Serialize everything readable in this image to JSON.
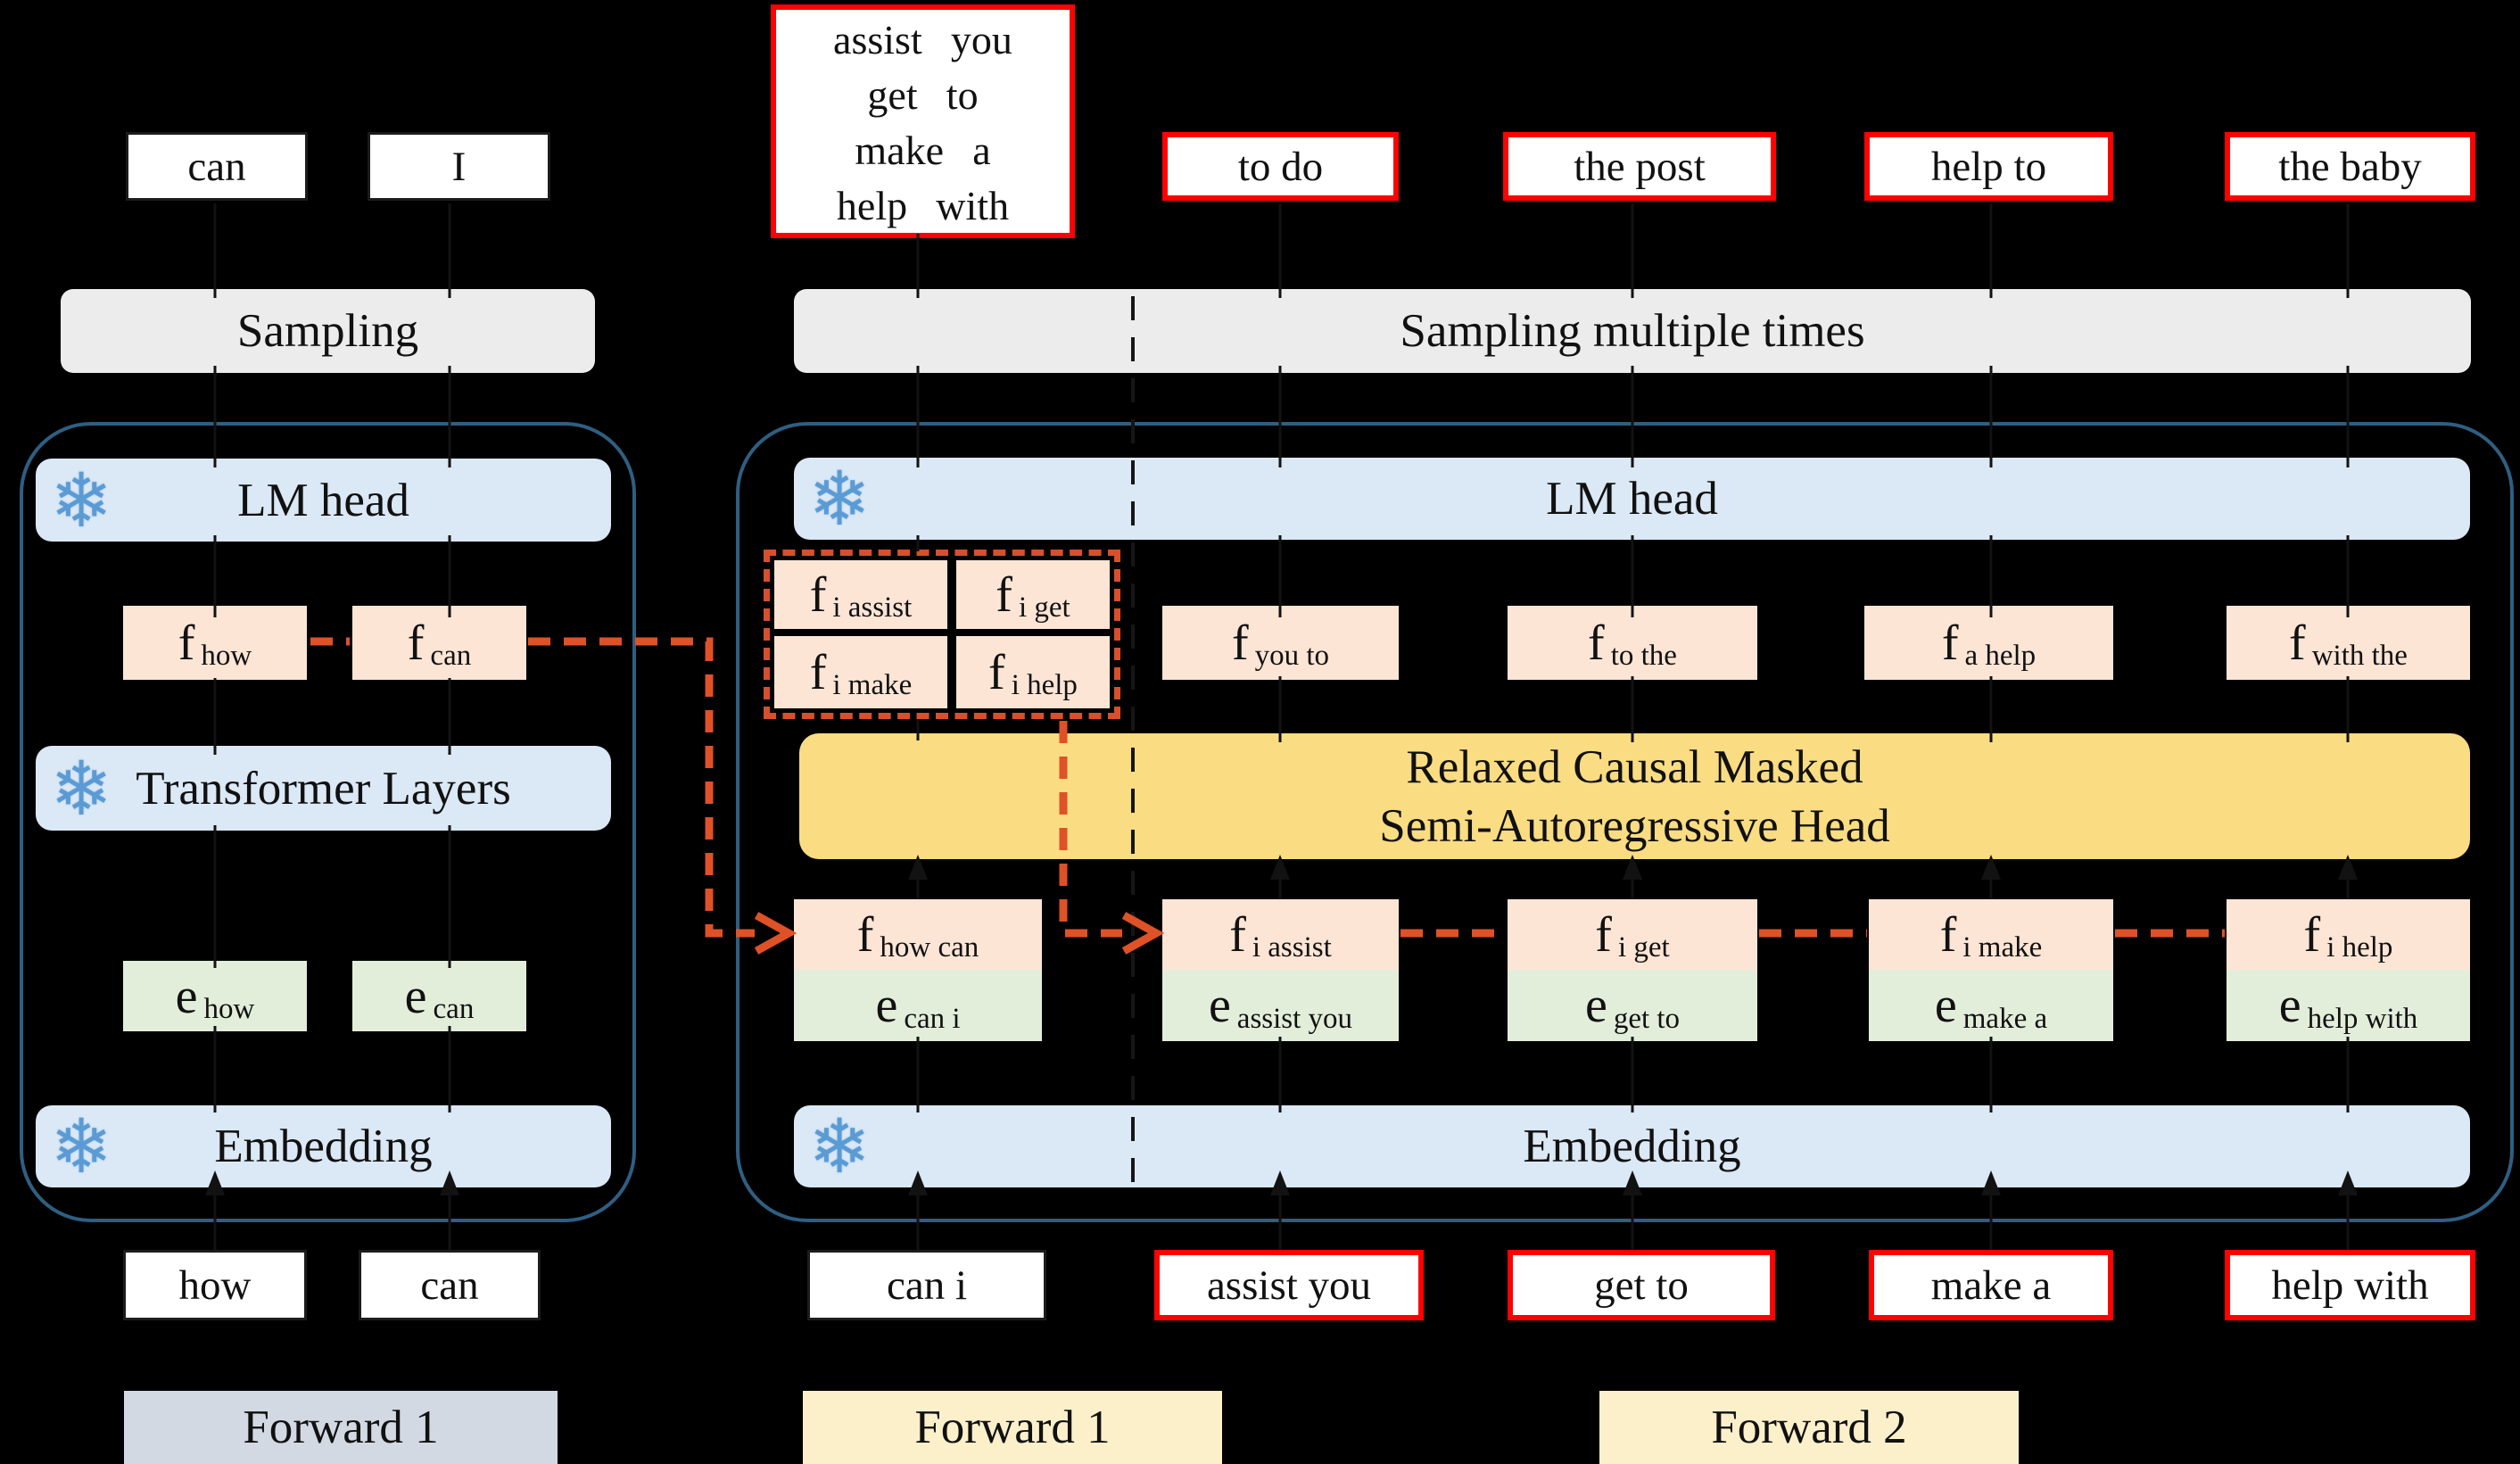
{
  "icons": {
    "snowflake": "❄"
  },
  "colors": {
    "background": "#000000",
    "module_blue": "#dbe8f5",
    "vector_peach": "#fce5d5",
    "vector_green": "#e3eeda",
    "sampling_gray": "#ececec",
    "sar_head_yellow": "#fadc82",
    "forward_steel": "#d3d9e3",
    "forward_cream": "#fcf0cb",
    "token_border_red": "#fe0101",
    "container_border_blue": "#2e5f82",
    "arrow_red": "#df5126",
    "snowflake_blue": "#5b9bd5"
  },
  "left_panel": {
    "output_tokens": [
      {
        "label": "can"
      },
      {
        "label": "I"
      }
    ],
    "sampling_label": "Sampling",
    "lm_head_label": "LM head",
    "f_vectors": [
      {
        "base": "f",
        "sub": "how"
      },
      {
        "base": "f",
        "sub": "can"
      }
    ],
    "transformer_label": "Transformer Layers",
    "e_vectors": [
      {
        "base": "e",
        "sub": "how"
      },
      {
        "base": "e",
        "sub": "can"
      }
    ],
    "embedding_label": "Embedding",
    "input_tokens": [
      {
        "label": "how"
      },
      {
        "label": "can"
      }
    ],
    "forward_label": "Forward 1"
  },
  "right_panel": {
    "multi_token_lines": [
      "assist you",
      "get to",
      "make a",
      "help with"
    ],
    "output_tokens": [
      {
        "label": "to do"
      },
      {
        "label": "the post"
      },
      {
        "label": "help to"
      },
      {
        "label": "the baby"
      }
    ],
    "sampling_label": "Sampling multiple times",
    "lm_head_label": "LM head",
    "candidate_vectors": [
      {
        "base": "f",
        "sub": "i assist"
      },
      {
        "base": "f",
        "sub": "i get"
      },
      {
        "base": "f",
        "sub": "i make"
      },
      {
        "base": "f",
        "sub": "i help"
      }
    ],
    "f_outputs": [
      {
        "base": "f",
        "sub": "you to"
      },
      {
        "base": "f",
        "sub": "to the"
      },
      {
        "base": "f",
        "sub": "a help"
      },
      {
        "base": "f",
        "sub": "with the"
      }
    ],
    "sar_head_lines": [
      "Relaxed Causal Masked",
      "Semi-Autoregressive Head"
    ],
    "pairs": [
      {
        "f_base": "f",
        "f_sub": "how can",
        "e_base": "e",
        "e_sub": "can i"
      },
      {
        "f_base": "f",
        "f_sub": "i assist",
        "e_base": "e",
        "e_sub": "assist you"
      },
      {
        "f_base": "f",
        "f_sub": "i get",
        "e_base": "e",
        "e_sub": "get to"
      },
      {
        "f_base": "f",
        "f_sub": "i make",
        "e_base": "e",
        "e_sub": "make a"
      },
      {
        "f_base": "f",
        "f_sub": "i help",
        "e_base": "e",
        "e_sub": "help with"
      }
    ],
    "embedding_label": "Embedding",
    "input_tokens": [
      {
        "label": "can i"
      },
      {
        "label": "assist you"
      },
      {
        "label": "get to"
      },
      {
        "label": "make a"
      },
      {
        "label": "help with"
      }
    ],
    "forward1_label": "Forward 1",
    "forward2_label": "Forward 2"
  }
}
